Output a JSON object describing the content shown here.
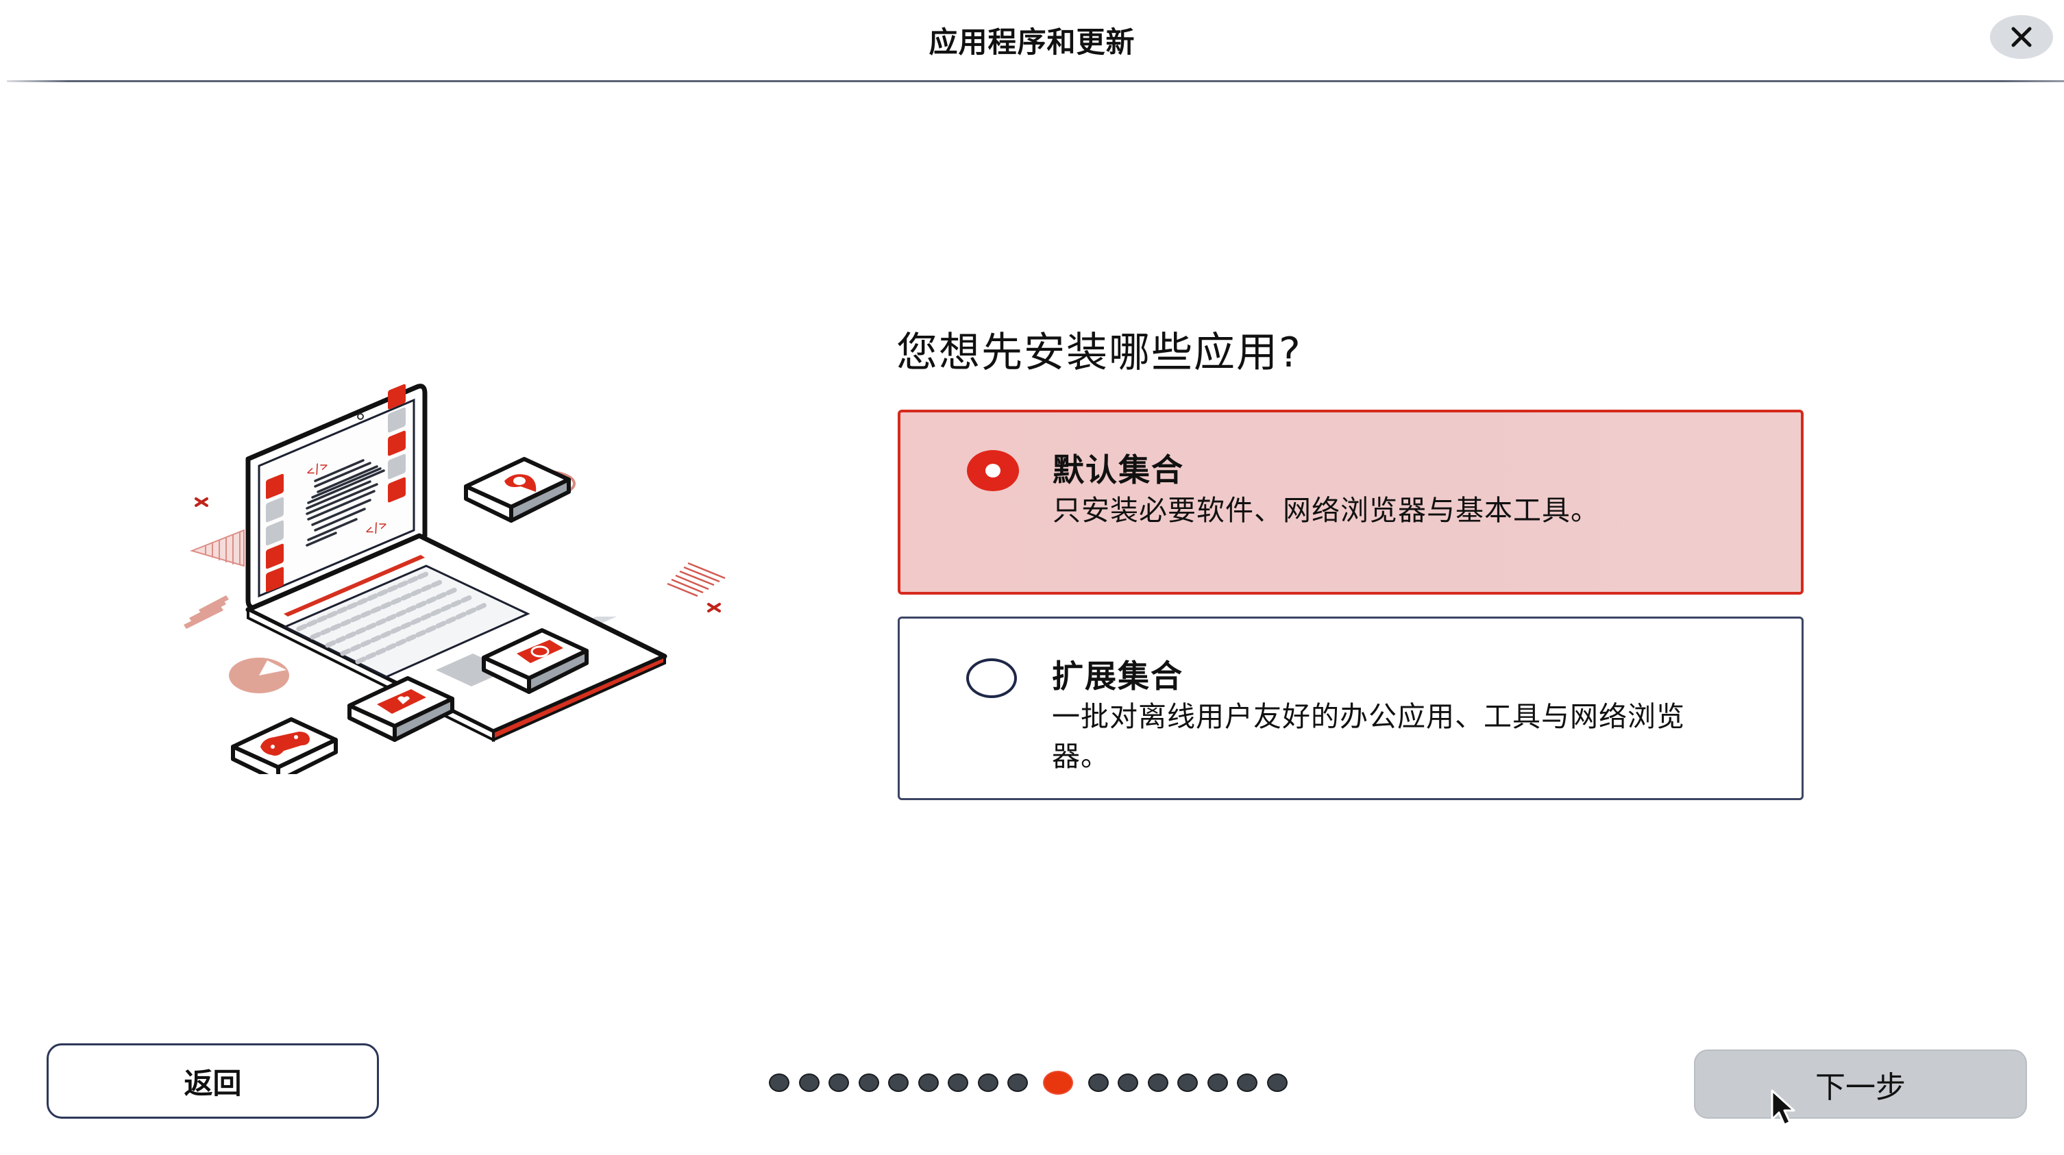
{
  "window": {
    "title": "应用程序和更新",
    "close_icon": "close-icon"
  },
  "main": {
    "question": "您想先安装哪些应用?",
    "options": [
      {
        "title": "默认集合",
        "description": "只安装必要软件、网络浏览器与基本工具。",
        "selected": true
      },
      {
        "title": "扩展集合",
        "description": "一批对离线用户友好的办公应用、工具与网络浏览器。",
        "selected": false
      }
    ]
  },
  "footer": {
    "back_label": "返回",
    "next_label": "下一步",
    "pager": {
      "total_steps": 17,
      "current_step": 10
    }
  },
  "colors": {
    "accent": "#e0261a",
    "selected_card_bg": "#f0caca",
    "selected_card_border": "#d42a1e",
    "unselected_card_border": "#3b4564",
    "dot_inactive": "#3e454d",
    "dot_active": "#e8360e",
    "next_button_bg": "#c8ccd1"
  },
  "illustration": {
    "subject": "laptop-with-app-tiles",
    "tiles": [
      "location-pin-icon",
      "camera-icon",
      "heart-message-icon",
      "gamepad-icon"
    ]
  }
}
